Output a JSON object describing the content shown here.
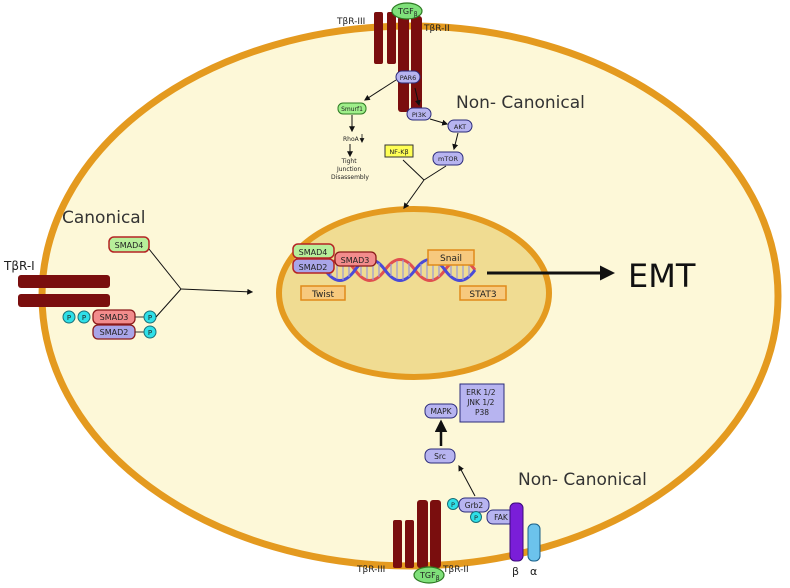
{
  "colors": {
    "cell_fill": "#fdf8d8",
    "membrane": "#e49a1f",
    "nucleus_fill": "#f0dc92",
    "receptor": "#7a0e0e",
    "smad4": "#b7ef9a",
    "smad3": "#f28c8c",
    "smad2": "#a9a5e8",
    "phospho": "#2fe0e8",
    "kinase": "#b7b4f0",
    "nfkb": "#ffff55",
    "tf_box": "#f7c97e",
    "integrin_beta": "#7a1ed8",
    "integrin_alpha": "#6cc3ec"
  },
  "labels": {
    "non_canonical_top": "Non- Canonical",
    "non_canonical_bottom": "Non- Canonical",
    "canonical": "Canonical",
    "emt": "EMT",
    "tbr_iii_top": "TβR-III",
    "tbr_ii_top": "TβR-II",
    "tbr_iii_bottom": "TβR-III",
    "tbr_ii_bottom": "TβR-II",
    "tbr_i": "TβR-I",
    "tgf_top": "TGF",
    "tgf_top_sub": "β",
    "tgf_bottom": "TGF",
    "tgf_bottom_sub": "β",
    "beta": "β",
    "alpha": "α"
  },
  "nodes": {
    "par6": "PAR6",
    "smurf1": "Smurf1",
    "rhoa": "RhoA",
    "tight_junction": [
      "Tight",
      "Junction",
      "Disassembly"
    ],
    "pi3k": "PI3K",
    "akt": "AKT",
    "mtor": "mTOR",
    "nfkb": "NF-Kβ",
    "smad4_cyto": "SMAD4",
    "smad3_cyto": "SMAD3",
    "smad2_cyto": "SMAD2",
    "p": "P",
    "smad4_nuc": "SMAD4",
    "smad2_nuc": "SMAD2",
    "smad3_nuc": "SMAD3",
    "snail": "Snail",
    "twist": "Twist",
    "stat3": "STAT3",
    "mapk": "MAPK",
    "mapk_targets": [
      "ERK 1/2",
      "JNK 1/2",
      "P38"
    ],
    "src": "Src",
    "grb2": "Grb2",
    "fak": "FAK"
  }
}
